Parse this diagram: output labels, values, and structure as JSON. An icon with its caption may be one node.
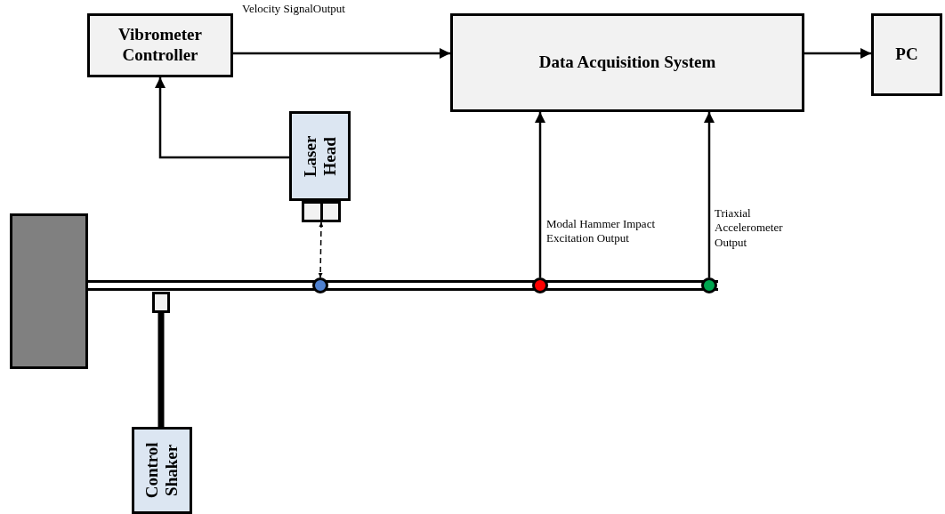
{
  "diagram": {
    "nodes": [
      {
        "text": [
          "Vibrometer Controller"
        ]
      },
      {
        "text": [
          "Data Acquisition System"
        ]
      },
      {
        "text": [
          "PC"
        ]
      },
      {
        "text": [
          "Laser Head"
        ]
      },
      {
        "text": [],
        "shape": "box"
      },
      {
        "text": [],
        "shape": "box"
      },
      {
        "text": [],
        "shape": "bar"
      },
      {
        "text": [],
        "shape": "circle"
      },
      {
        "text": [],
        "shape": "circle"
      },
      {
        "text": [],
        "shape": "circle"
      },
      {
        "text": [],
        "shape": "box"
      },
      {
        "text": [
          "Control Shaker"
        ]
      }
    ],
    "edges": [
      {
        "from": 0,
        "to": 1,
        "arrow": "to",
        "label": "Velocity SignalOutput"
      },
      {
        "from": 1,
        "to": 2,
        "arrow": "to"
      },
      {
        "from": 3,
        "to": 0,
        "arrow": "to"
      },
      {
        "from": 4,
        "to": 7,
        "arrow": "both",
        "style": "dashed"
      },
      {
        "from": 8,
        "to": 1,
        "arrow": "to",
        "label": "Modal Hammer Impact Excitation Output"
      },
      {
        "from": 9,
        "to": 1,
        "arrow": "to",
        "label": "Triaxial Accelerometer Output"
      },
      {
        "from": 11,
        "to": 10,
        "arrow": "none",
        "style": "thick"
      }
    ]
  }
}
